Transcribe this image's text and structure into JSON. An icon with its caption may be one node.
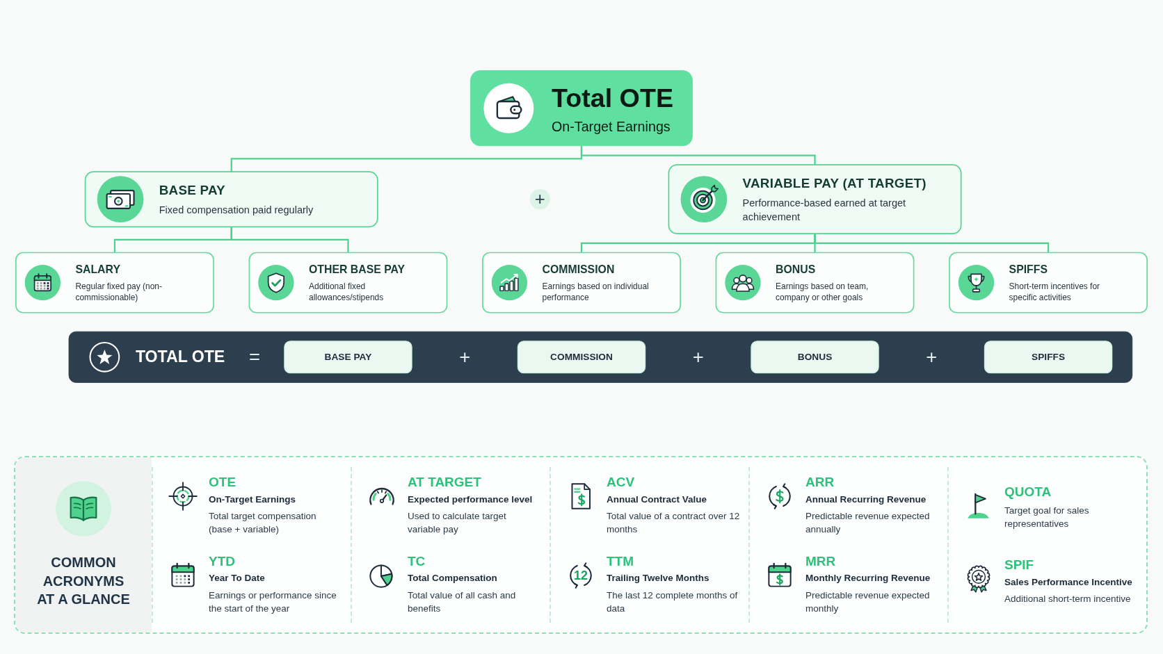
{
  "diagram": {
    "nodes": [
      {
        "text": [
          "Total OTE",
          "On-Target Earnings"
        ]
      },
      {
        "text": [
          "BASE PAY",
          "Fixed compensation paid regularly"
        ]
      },
      {
        "text": [
          "+"
        ]
      },
      {
        "text": [
          "VARIABLE PAY (AT TARGET)",
          "Performance-based earned at target achievement"
        ]
      },
      {
        "text": [
          "SALARY",
          "Regular fixed pay (non-commissionable)"
        ]
      },
      {
        "text": [
          "OTHER BASE PAY",
          "Additional fixed allowances/stipends"
        ]
      },
      {
        "text": [
          "COMMISSION",
          "Earnings based on individual performance"
        ]
      },
      {
        "text": [
          "BONUS",
          "Earnings based on team, company or other goals"
        ]
      },
      {
        "text": [
          "SPIFFS",
          "Short-term incentives for specific activities"
        ]
      },
      {
        "text": [
          "TOTAL OTE"
        ]
      },
      {
        "text": [
          "BASE PAY"
        ],
        "in": 9
      },
      {
        "text": [
          "COMMISSION"
        ],
        "in": 9
      },
      {
        "text": [
          "BONUS"
        ],
        "in": 9
      },
      {
        "text": [
          "SPIFFS"
        ],
        "in": 9
      }
    ],
    "edges": [
      {
        "from": 0,
        "to": 1,
        "arrow": "none"
      },
      {
        "from": 0,
        "to": 3,
        "arrow": "none"
      },
      {
        "from": 1,
        "to": 4,
        "arrow": "none"
      },
      {
        "from": 1,
        "to": 5,
        "arrow": "none"
      },
      {
        "from": 3,
        "to": 6,
        "arrow": "none"
      },
      {
        "from": 3,
        "to": 7,
        "arrow": "none"
      },
      {
        "from": 3,
        "to": 8,
        "arrow": "none"
      }
    ],
    "labels": [
      "=",
      "+",
      "+",
      "+",
      "COMMON ACRONYMS AT A GLANCE",
      "OTE",
      "On-Target Earnings",
      "Total target compensation (base + variable)",
      "AT TARGET",
      "Expected performance level",
      "Used to calculate target variable pay",
      "ACV",
      "Annual Contract Value",
      "Total value of a contract over 12 months",
      "ARR",
      "Annual Recurring Revenue",
      "Predictable revenue expected annually",
      "QUOTA",
      "Target goal for sales representatives",
      "YTD",
      "Year To Date",
      "Earnings or performance since the start of the year",
      "TC",
      "Total Compensation",
      "Total value of all cash and benefits",
      "12",
      "TTM",
      "Trailing Twelve Months",
      "The last 12 complete months of data",
      "MRR",
      "Monthly Recurring Revenue",
      "Predictable revenue expected monthly",
      "SPIF",
      "Sales Performance Incentive",
      "Additional short-term incentive"
    ]
  }
}
